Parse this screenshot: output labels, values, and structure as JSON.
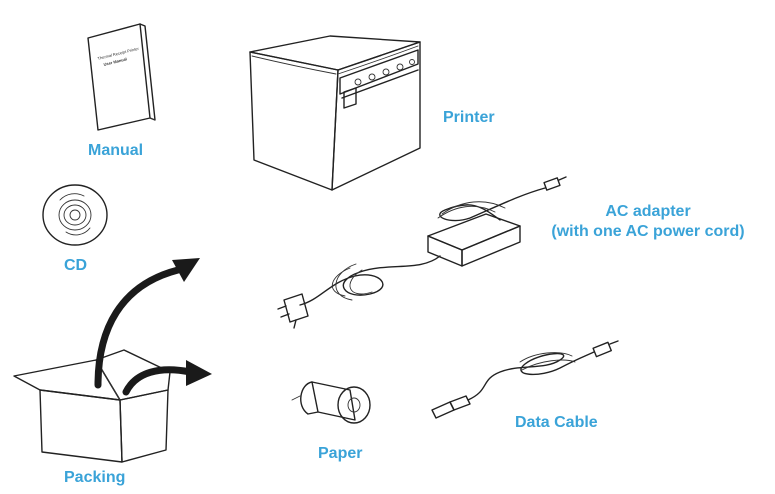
{
  "labels": {
    "manual": "Manual",
    "printer": "Printer",
    "cd": "CD",
    "ac_adapter_line1": "AC adapter",
    "ac_adapter_line2": "(with one AC power cord)",
    "packing": "Packing",
    "paper": "Paper",
    "data_cable": "Data Cable"
  },
  "manual_cover": {
    "line1": "Thermal Receipt Printer",
    "line2": "User Manual"
  },
  "colors": {
    "label": "#3aa3d8",
    "line": "#222222",
    "arrow": "#1a1a1a"
  }
}
